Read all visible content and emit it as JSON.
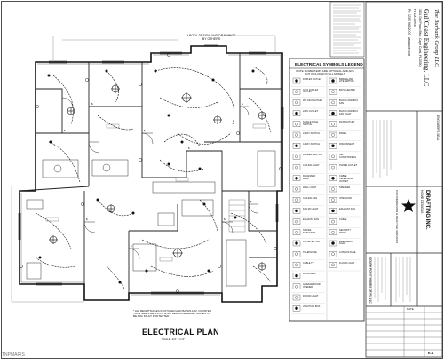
{
  "drawing": {
    "plan_title": "ELECTRICAL PLAN",
    "plan_scale": "SCALE: 1/4\" = 1'-0\"",
    "note_pool": "* POOL DESIGN AND DRAWINGS BY OTHERS",
    "note_receptacles": "* ALL RECEPTACLES IN KITCHEN AND BATHS ABV. COUNTER TOPS SHALL BE G.F.C.I. & ALL BEDROOM RECEPTACLES TO BE ARC FAULT PROTECTED",
    "watermark": "TNPMARIS"
  },
  "legend": {
    "title": "ELECTRICAL SYMBOLS LEGEND",
    "note": "NOTE: SOME ITEMS ARE OPTIONAL AND ARE NOT INCLUDED IN ALL MODELS",
    "items_left": [
      "DUPLEX OUTLET",
      "GFCI DUPLEX OUTLET",
      "WP GFCI OUTLET",
      "220V OUTLET",
      "SINGLE POLE SWITCH",
      "3-WAY SWITCH",
      "4-WAY SWITCH",
      "DIMMER SWITCH",
      "CEILING LIGHT",
      "RECESSED LIGHT",
      "WALL LIGHT",
      "CEILING FAN",
      "FAN W/ LIGHT",
      "EXHAUST FAN",
      "SMOKE DETECTOR",
      "CO DETECTOR",
      "TELEPHONE",
      "CABLE TV",
      "DOOR BELL",
      "GARAGE DOOR OPENER",
      "FLOOD LIGHT",
      "JUNCTION BOX"
    ],
    "items_right": [
      "BRIDGE AND LITE SWITCH",
      "BATH HEATER",
      "BLOCK AND BOX FAN",
      "BLOCK AND BOX FAN LIGHT",
      "DATA OUTLET",
      "PANEL",
      "DISCONNECT",
      "AIR CONDITIONING",
      "PHONE OUTLET",
      "CABLE TELEVISION OUTLET",
      "SPEAKER",
      "INTERCOM",
      "EXHAUST FAN",
      "CHIME",
      "SECURITY PANEL",
      "EMERGENCY LIGHT",
      "LOW VOLTAGE",
      "FLOOD LIGHT"
    ]
  },
  "title_block": {
    "company_script": "The Burbank Group LLC",
    "company": "GulfCoast Engineering, LLC",
    "address": "3831 Del Prado Blvd, Cape Coral, FL 33904",
    "license": "FL CA 28908",
    "contact": "Ph: (239) 945-2000 | www.gce.com",
    "drafter_box": "ENGINEER'S SEAL",
    "drafting_company": "DRAFTING INC.",
    "drafting_sub": "HOME DESIGNS",
    "project_label": "CUSTOM DESIGN & DRAFTING SERVICES",
    "client_block": "SOUTH POINT HOMES OF FL, LLC",
    "sheet_label": "E-1",
    "date_label": "DATE"
  },
  "colors": {
    "ink": "#1a1a1a",
    "paper": "#ffffff",
    "faint": "#8a8a8a"
  }
}
